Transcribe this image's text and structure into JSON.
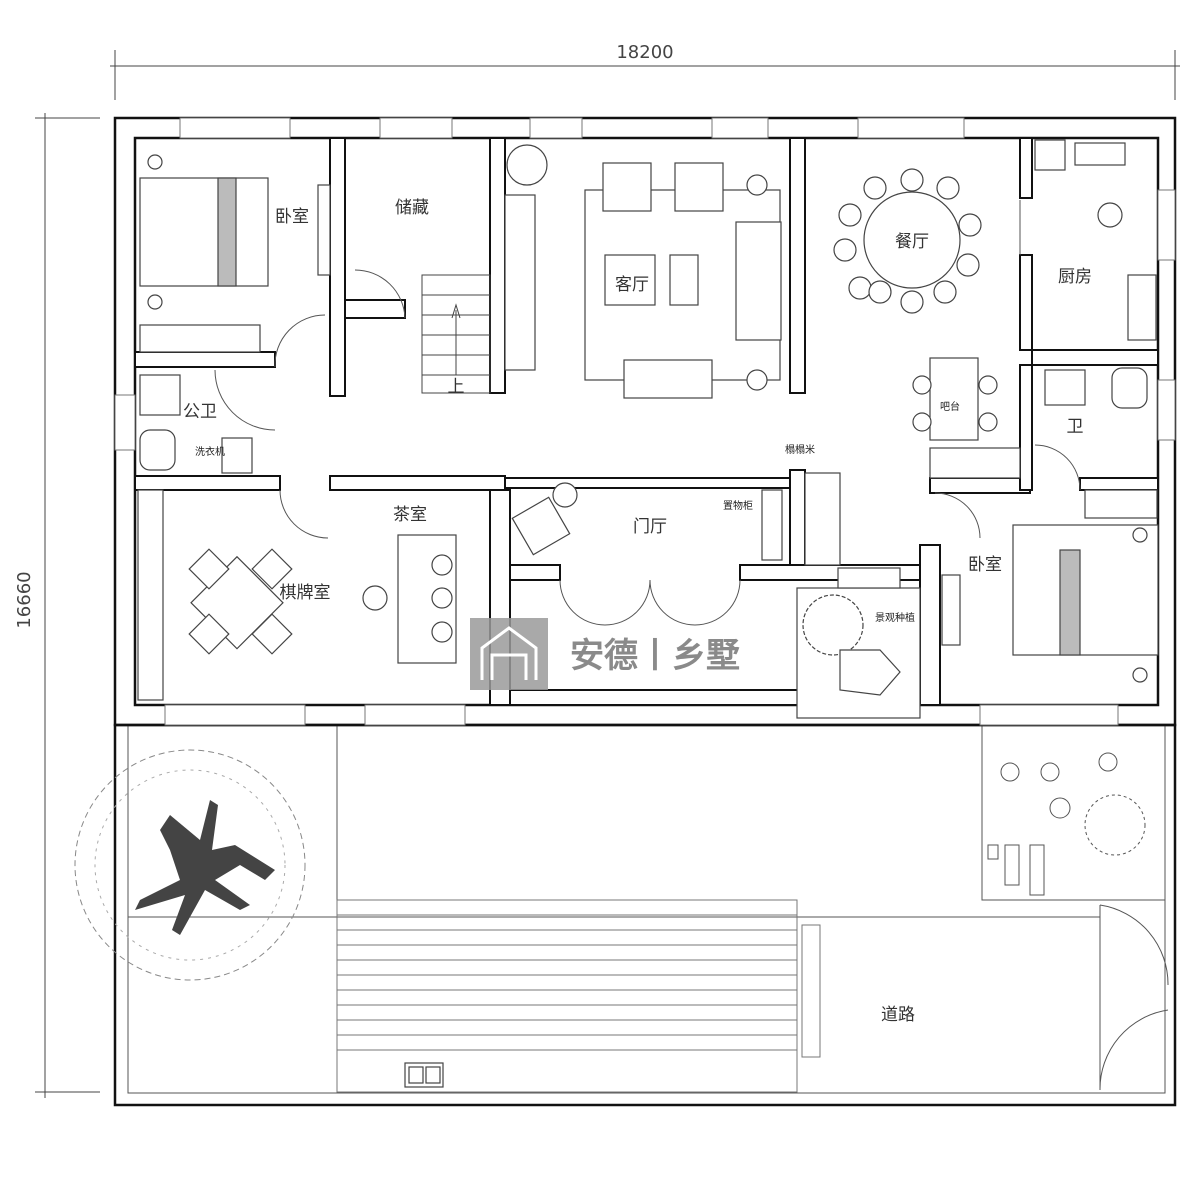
{
  "dimensions": {
    "width": "18200",
    "height": "16660"
  },
  "rooms": {
    "bedroom_nw": "卧室",
    "storage": "储藏",
    "living": "客厅",
    "dining": "餐厅",
    "kitchen": "厨房",
    "public_bath": "公卫",
    "washer": "洗衣机",
    "stairs_up": "上",
    "bar": "吧台",
    "bath_e": "卫",
    "tatami": "榻榻米",
    "tea_room": "茶室",
    "foyer": "门厅",
    "storage_cabinet": "置物柜",
    "chess_room": "棋牌室",
    "bedroom_se": "卧室",
    "landscape": "景观种植",
    "road": "道路"
  },
  "watermark": {
    "text": "安德丨乡墅"
  }
}
